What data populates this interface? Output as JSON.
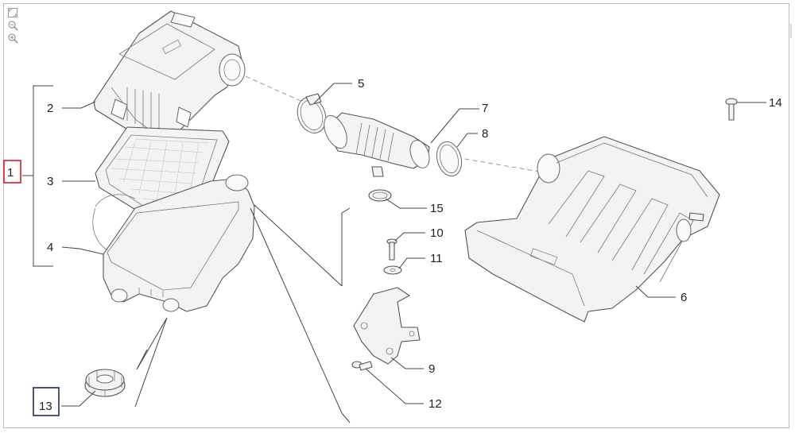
{
  "toolbar": {
    "icons": [
      "fit-page-icon",
      "zoom-out-icon",
      "zoom-in-icon"
    ]
  },
  "callouts": {
    "c1": "1",
    "c2": "2",
    "c3": "3",
    "c4": "4",
    "c5": "5",
    "c6": "6",
    "c7": "7",
    "c8": "8",
    "c9": "9",
    "c10": "10",
    "c11": "11",
    "c12": "12",
    "c13": "13",
    "c14": "14",
    "c15": "15"
  },
  "highlights": {
    "callout_1": "#d21f1f",
    "callout_13": "#1d2d57"
  }
}
